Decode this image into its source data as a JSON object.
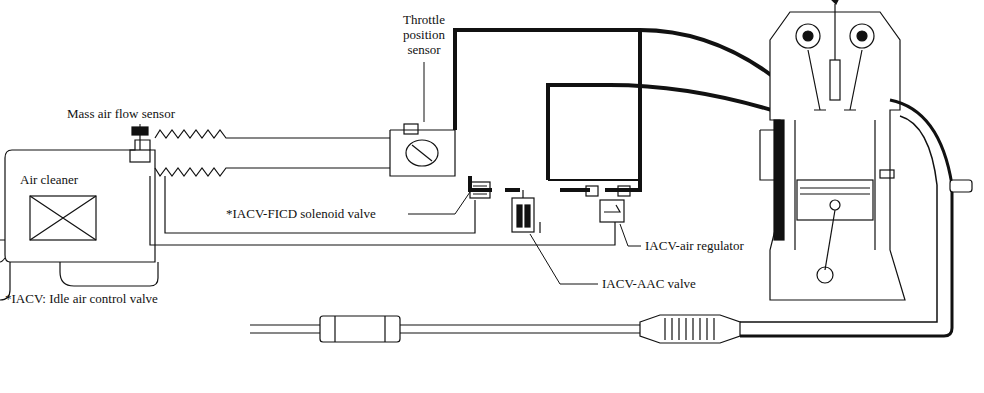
{
  "diagram": {
    "labels": [
      "Throttle position sensor",
      "Mass air flow sensor",
      "Air cleaner",
      "*IACV-FICD solenoid valve",
      "IACV-air regulator",
      "IACV-AAC valve",
      "*IACV: Idle air control valve"
    ]
  }
}
